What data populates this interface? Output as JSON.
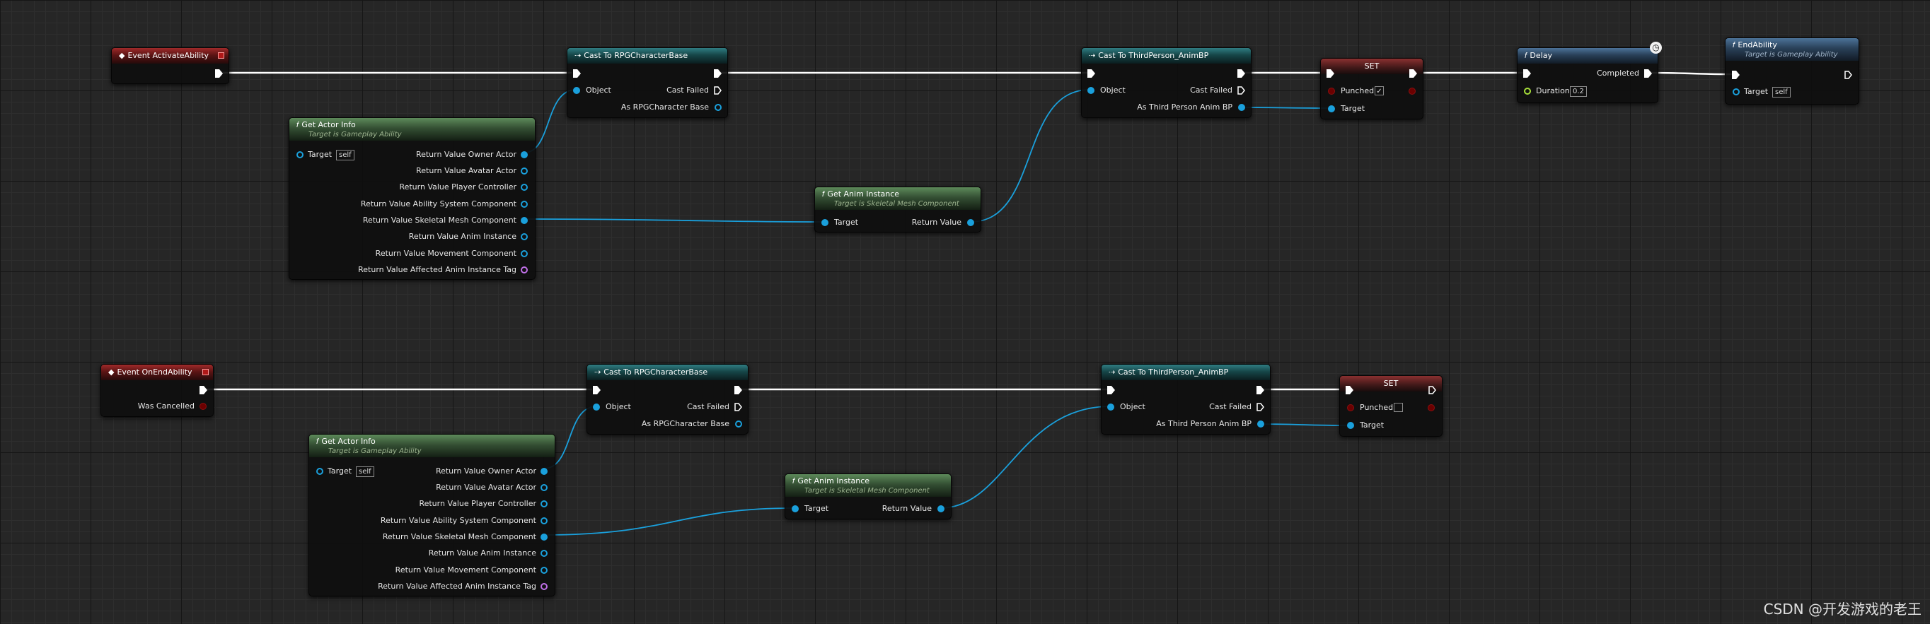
{
  "graph_upper": {
    "event_activate": {
      "title": "Event ActivateAbility"
    },
    "cast_rpg": {
      "title": "Cast To RPGCharacterBase",
      "object": "Object",
      "cast_failed": "Cast Failed",
      "as_output": "As RPGCharacter Base"
    },
    "get_actor_info": {
      "title": "Get Actor Info",
      "subtitle": "Target is Gameplay Ability",
      "target": "Target",
      "self": "self",
      "outputs": [
        "Return Value Owner Actor",
        "Return Value Avatar Actor",
        "Return Value Player Controller",
        "Return Value Ability System Component",
        "Return Value Skeletal Mesh Component",
        "Return Value Anim Instance",
        "Return Value Movement Component",
        "Return Value Affected Anim Instance Tag"
      ]
    },
    "get_anim_instance": {
      "title": "Get Anim Instance",
      "subtitle": "Target is Skeletal Mesh Component",
      "target": "Target",
      "return_value": "Return Value"
    },
    "cast_tp": {
      "title": "Cast To ThirdPerson_AnimBP",
      "object": "Object",
      "cast_failed": "Cast Failed",
      "as_output": "As Third Person Anim BP"
    },
    "set_node": {
      "title": "SET",
      "punched": "Punched",
      "checked": "✓",
      "target": "Target"
    },
    "delay": {
      "title": "Delay",
      "completed": "Completed",
      "duration": "Duration",
      "duration_value": "0.2"
    },
    "end_ability": {
      "title": "EndAbility",
      "subtitle": "Target is Gameplay Ability",
      "target": "Target",
      "self": "self"
    }
  },
  "graph_lower": {
    "event_end": {
      "title": "Event OnEndAbility",
      "was_cancelled": "Was Cancelled"
    },
    "cast_rpg": {
      "title": "Cast To RPGCharacterBase",
      "object": "Object",
      "cast_failed": "Cast Failed",
      "as_output": "As RPGCharacter Base"
    },
    "get_actor_info": {
      "title": "Get Actor Info",
      "subtitle": "Target is Gameplay Ability",
      "target": "Target",
      "self": "self",
      "outputs": [
        "Return Value Owner Actor",
        "Return Value Avatar Actor",
        "Return Value Player Controller",
        "Return Value Ability System Component",
        "Return Value Skeletal Mesh Component",
        "Return Value Anim Instance",
        "Return Value Movement Component",
        "Return Value Affected Anim Instance Tag"
      ]
    },
    "get_anim_instance": {
      "title": "Get Anim Instance",
      "subtitle": "Target is Skeletal Mesh Component",
      "target": "Target",
      "return_value": "Return Value"
    },
    "cast_tp": {
      "title": "Cast To ThirdPerson_AnimBP",
      "object": "Object",
      "cast_failed": "Cast Failed",
      "as_output": "As Third Person Anim BP"
    },
    "set_node": {
      "title": "SET",
      "punched": "Punched",
      "checked": "",
      "target": "Target"
    }
  },
  "icons": {
    "event": "event-diamond-icon",
    "cast": "cast-arrows-icon",
    "function": "function-f-icon",
    "clock": "latent-clock-icon"
  },
  "colors": {
    "exec_wire": "#ffffff",
    "object_wire": "#1aa0dc",
    "object_pin": "#1aa0dc",
    "tag_pin": "#c070e8",
    "bool_pin": "#8a1010",
    "float_pin": "#a8e03a"
  },
  "watermark": "CSDN @开发游戏的老王"
}
